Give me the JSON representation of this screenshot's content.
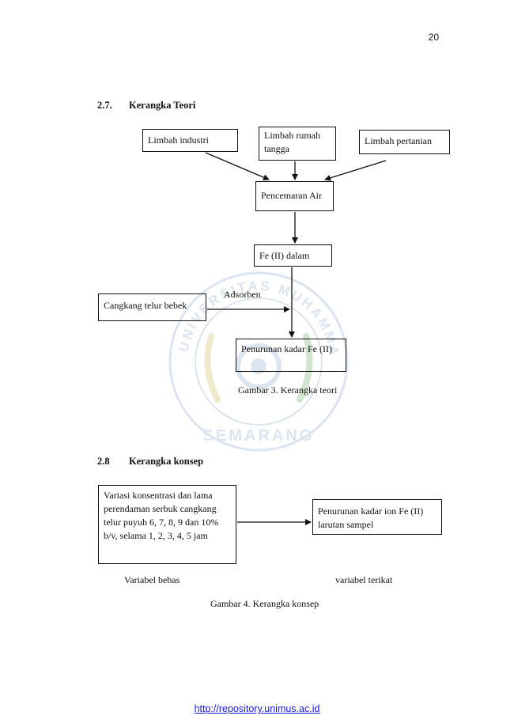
{
  "page_number": "20",
  "section1": {
    "number": "2.7.",
    "title": "Kerangka Teori"
  },
  "diagram1": {
    "limbah_industri": "Limbah industri",
    "limbah_rumah_tangga": "Limbah rumah tangga",
    "limbah_pertanian": "Limbah pertanian",
    "pencemaran_air": "Pencemaran Air",
    "fe_dalam": "Fe (II)  dalam",
    "cangkang": "Cangkang telur bebek",
    "adsorben": "Adsorben",
    "penurunan": "Penurunan kadar Fe (II)",
    "caption": "Gambar 3. Kerangka teori"
  },
  "section2": {
    "number": "2.8",
    "title": "Kerangka konsep"
  },
  "diagram2": {
    "variasi": "Variasi konsentrasi dan lama perendaman serbuk cangkang telur puyuh 6, 7, 8, 9 dan 10% b/v, selama 1, 2, 3, 4, 5 jam",
    "penurunan_ion": "Penurunan kadar ion Fe (II) larutan sampel",
    "variabel_bebas": "Variabel bebas",
    "variabel_terikat": "variabel terikat",
    "caption": "Gambar 4. Kerangka konsep"
  },
  "watermark_text": "UNIVERSITAS MUHAMMADIYAH SEMARANG",
  "footer_link": "http://repository.unimus.ac.id",
  "colors": {
    "watermark": "#7f9fc9",
    "link": "#1a1ae6"
  }
}
